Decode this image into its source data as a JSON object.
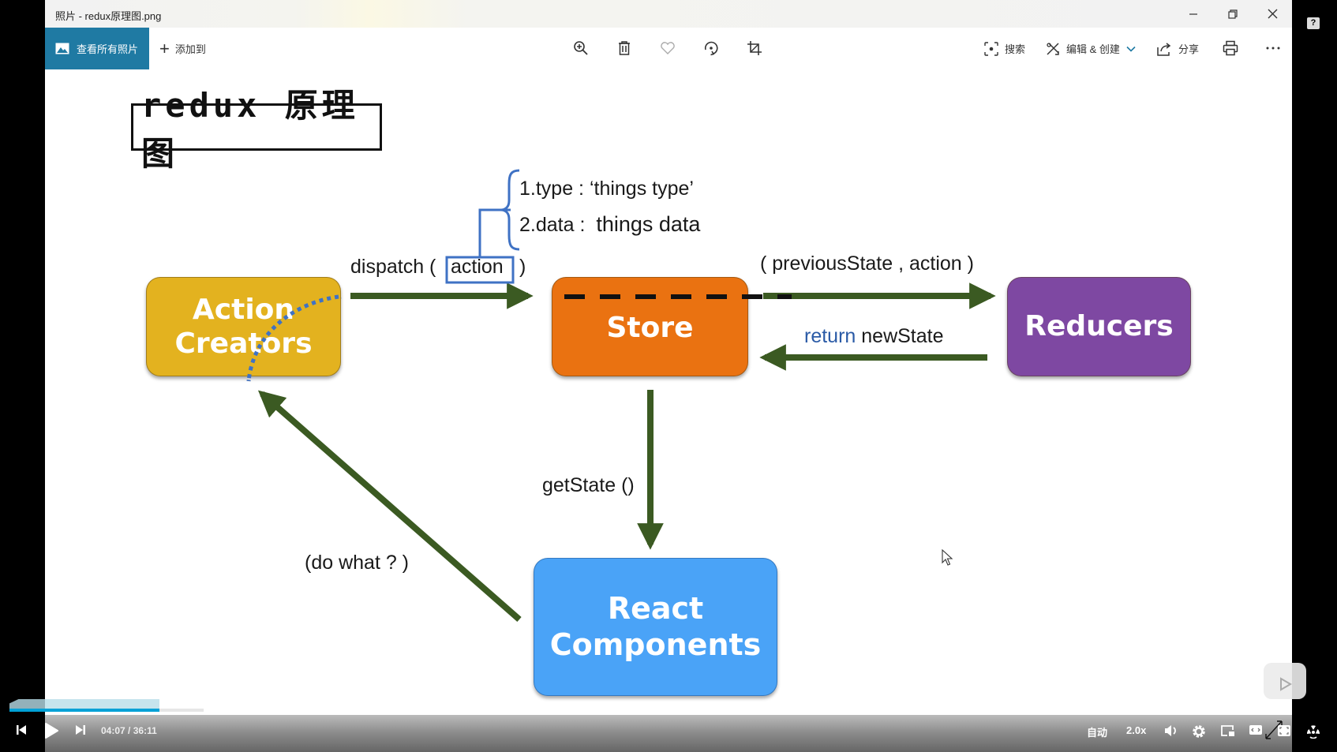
{
  "window": {
    "title": "照片 - redux原理图.png",
    "controls": [
      "minimize",
      "restore",
      "close"
    ]
  },
  "toolbar": {
    "view_all_label": "查看所有照片",
    "add_to_label": "添加到",
    "center_icons": [
      "zoom-in-icon",
      "delete-icon",
      "favorite-icon",
      "rotate-icon",
      "crop-icon"
    ],
    "search_label": "搜索",
    "edit_create_label": "编辑 & 创建",
    "share_label": "分享",
    "print_icon": "print-icon",
    "more_icon": "more-icon"
  },
  "help_badge": "?",
  "diagram": {
    "title": "redux 原理图",
    "nodes": {
      "action_creators": {
        "line1": "Action",
        "line2": "Creators",
        "color": "#e3b21f"
      },
      "store": {
        "label": "Store",
        "color": "#ea7211"
      },
      "reducers": {
        "label": "Reducers",
        "color": "#7e48a2"
      },
      "react_components": {
        "line1": "React",
        "line2": "Components",
        "color": "#4aa3f7"
      }
    },
    "labels": {
      "type_line": "1.type : ‘things type’",
      "data_line_prefix": "2.data : ",
      "data_line_value": "things data",
      "dispatch_prefix": "dispatch (",
      "dispatch_action": "action",
      "dispatch_suffix": ")",
      "previous_state": "( previousState , action )",
      "return_keyword": "return",
      "new_state": "newState",
      "get_state": "getState ()",
      "do_what": "(do what ? )"
    },
    "arrow_color": "#3b5a22",
    "annotation_color": "#3f72c4"
  },
  "player": {
    "current_time": "04:07",
    "separator": "/",
    "duration": "36:11",
    "progress_fraction": 0.114,
    "quality_label": "自动",
    "speed_label": "2.0x",
    "icons": [
      "prev-icon",
      "play-icon",
      "next-icon",
      "volume-icon",
      "settings-icon",
      "pip-icon",
      "widescreen-icon",
      "fullscreen-icon",
      "danmaku-icon"
    ],
    "accent_color": "#00a1d6"
  }
}
